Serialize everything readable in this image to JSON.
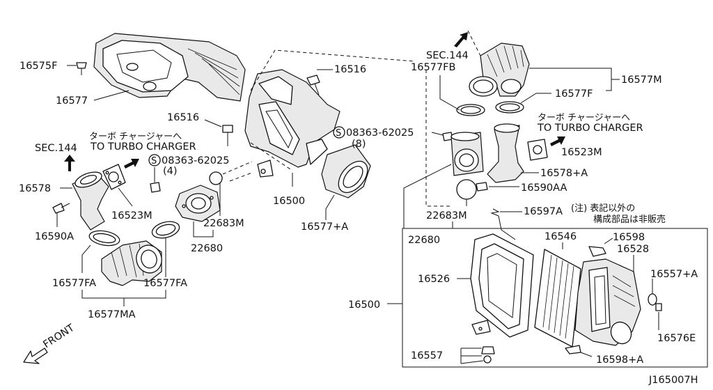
{
  "labels": {
    "p16575f": "16575F",
    "p16577": "16577",
    "p16516a": "16516",
    "p16516b": "16516",
    "sec144_left": "SEC.144",
    "turbo_jp_left": "ターボ チャージャーへ",
    "turbo_en_left": "TO TURBO CHARGER",
    "p16578": "16578",
    "p16523m_left": "16523M",
    "p08363_left": "08363-62025",
    "qty4": "(4)",
    "p16590a": "16590A",
    "p22683m_left": "22683M",
    "p22680_left": "22680",
    "p16500_center": "16500",
    "p08363_right": "08363-62025",
    "qty8": "(8)",
    "p16577a": "16577+A",
    "p16577fa_left": "16577FA",
    "p16577fa_right": "16577FA",
    "p16577ma": "16577MA",
    "sec144_right": "SEC.144",
    "p16577fb": "16577FB",
    "p16577m": "16577M",
    "p16577f": "16577F",
    "turbo_jp_right": "ターボ チャージャーへ",
    "turbo_en_right": "TO TURBO CHARGER",
    "p16523m_right": "16523M",
    "p16578a": "16578+A",
    "p16590aa": "16590AA",
    "p16597a": "16597A",
    "note_jp_1": "(注) 表記以外の",
    "note_jp_2": "構成部品は非販売",
    "p22683m_right": "22683M",
    "p22680_right": "22680",
    "p16546": "16546",
    "p16598": "16598",
    "p16528": "16528",
    "p16526": "16526",
    "p16557a": "16557+A",
    "p16500_box": "16500",
    "p16576e": "16576E",
    "p16557": "16557",
    "p16598a": "16598+A",
    "front": "FRONT",
    "diagram_id": "J165007H",
    "s_mark": "S"
  }
}
